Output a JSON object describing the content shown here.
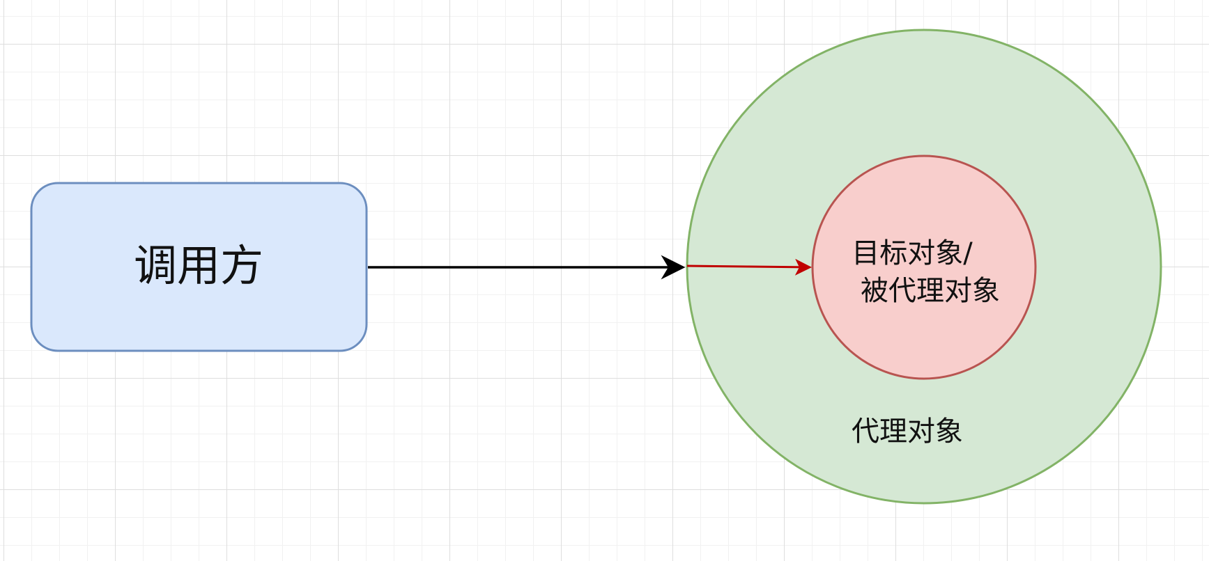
{
  "diagram": {
    "caller": {
      "label": "调用方",
      "fill": "#dae8fc",
      "stroke": "#6c8ebf"
    },
    "proxy": {
      "label": "代理对象",
      "fill": "#d5e8d4",
      "stroke": "#82b366"
    },
    "target": {
      "label_line1": "目标对象/",
      "label_line2": "被代理对象",
      "fill": "#f8cecc",
      "stroke": "#b85450"
    },
    "edges": [
      {
        "from": "caller",
        "to": "proxy",
        "color": "#000000"
      },
      {
        "from": "proxy",
        "to": "target",
        "color": "#c00000"
      }
    ]
  }
}
